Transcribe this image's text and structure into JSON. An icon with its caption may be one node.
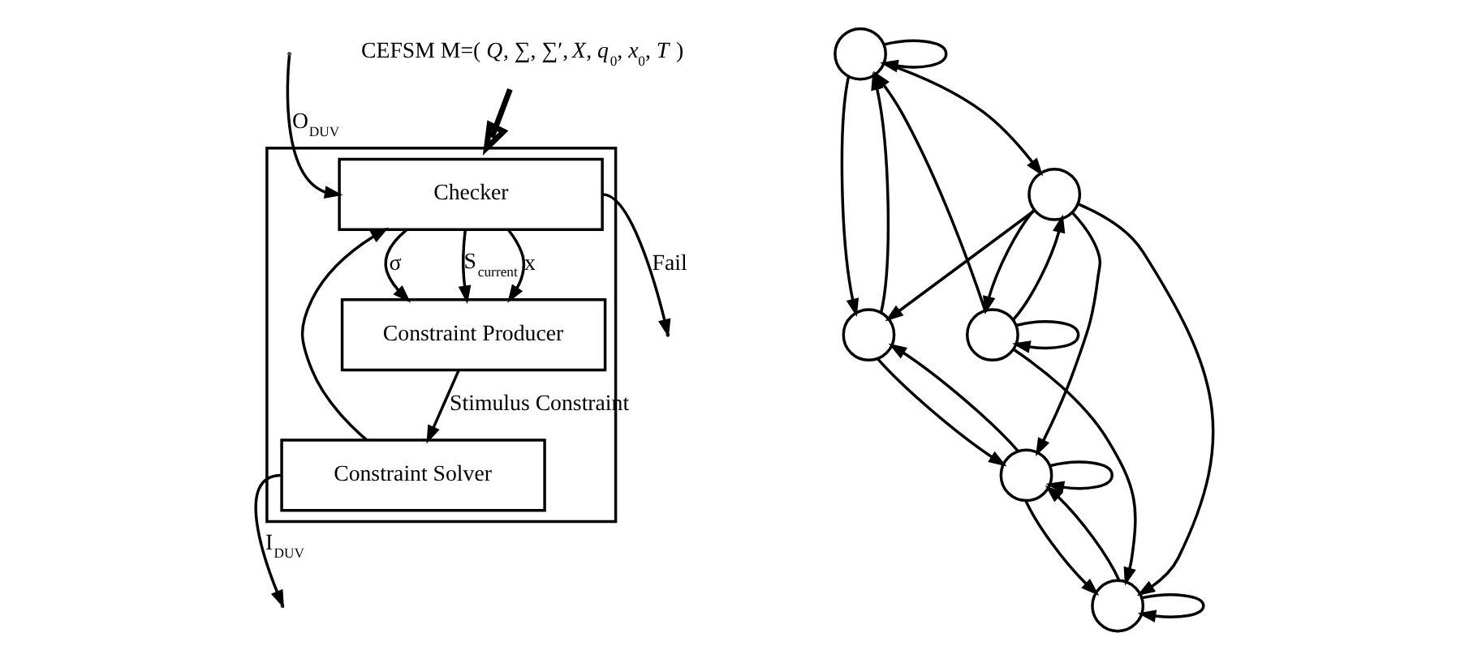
{
  "diagram": {
    "nodes": [
      {
        "text": [
          "CEFSM M=( *Q*, ∑, ∑′, *X*, *q*$_{0}$, *x*$_{0}$, *T* )"
        ]
      },
      {
        "text": [],
        "shape": "circle"
      },
      {
        "text": [],
        "shape": "circle"
      },
      {
        "text": [],
        "shape": "circle"
      },
      {
        "text": [],
        "shape": "circle"
      },
      {
        "text": [],
        "shape": "circle"
      },
      {
        "text": [],
        "shape": "circle"
      },
      {
        "text": [],
        "shape": "box"
      },
      {
        "text": [
          "Checker"
        ],
        "in": 7
      },
      {
        "text": [
          "Constraint Producer"
        ],
        "in": 7
      },
      {
        "text": [
          "Constraint Solver"
        ],
        "in": 7
      }
    ],
    "edges": [
      {
        "from": 1,
        "to": 1,
        "arrow": "to"
      },
      {
        "from": 2,
        "to": 1,
        "arrow": "to"
      },
      {
        "from": 2,
        "to": 2,
        "arrow": "to"
      },
      {
        "from": 3,
        "to": 1,
        "arrow": "to"
      },
      {
        "from": 1,
        "to": 3,
        "arrow": "to"
      },
      {
        "from": 1,
        "to": 4,
        "arrow": "to"
      },
      {
        "from": 4,
        "to": 2,
        "arrow": "to"
      },
      {
        "from": 2,
        "to": 4,
        "arrow": "to"
      },
      {
        "from": 4,
        "to": 3,
        "arrow": "to"
      },
      {
        "from": 4,
        "to": 5,
        "arrow": "to"
      },
      {
        "from": 4,
        "to": 6,
        "arrow": "to"
      },
      {
        "from": 2,
        "to": 6,
        "arrow": "to"
      },
      {
        "from": 5,
        "to": 3,
        "arrow": "to"
      },
      {
        "from": 3,
        "to": 5,
        "arrow": "to"
      },
      {
        "from": 5,
        "to": 6,
        "arrow": "to"
      },
      {
        "from": 6,
        "to": 5,
        "arrow": "to"
      },
      {
        "from": 5,
        "to": 5,
        "arrow": "to"
      },
      {
        "from": 6,
        "to": 6,
        "arrow": "to"
      },
      {
        "from": 0,
        "to": 7,
        "arrow": "to",
        "style": "thick"
      },
      {
        "from": null,
        "to": 8,
        "arrow": "to",
        "label": "O$_{DUV}$"
      },
      {
        "from": 8,
        "to": null,
        "arrow": "to",
        "label": "Fail"
      },
      {
        "from": 8,
        "to": 9,
        "arrow": "to",
        "label": "σ"
      },
      {
        "from": 8,
        "to": 9,
        "arrow": "to",
        "label": "S$_{current}$"
      },
      {
        "from": 8,
        "to": 9,
        "arrow": "to",
        "label": "x"
      },
      {
        "from": 9,
        "to": 10,
        "arrow": "to",
        "label": "Stimulus Constraint"
      },
      {
        "from": 10,
        "to": 8,
        "arrow": "to"
      },
      {
        "from": 10,
        "to": null,
        "arrow": "to",
        "label": "I$_{DUV}$"
      }
    ]
  }
}
